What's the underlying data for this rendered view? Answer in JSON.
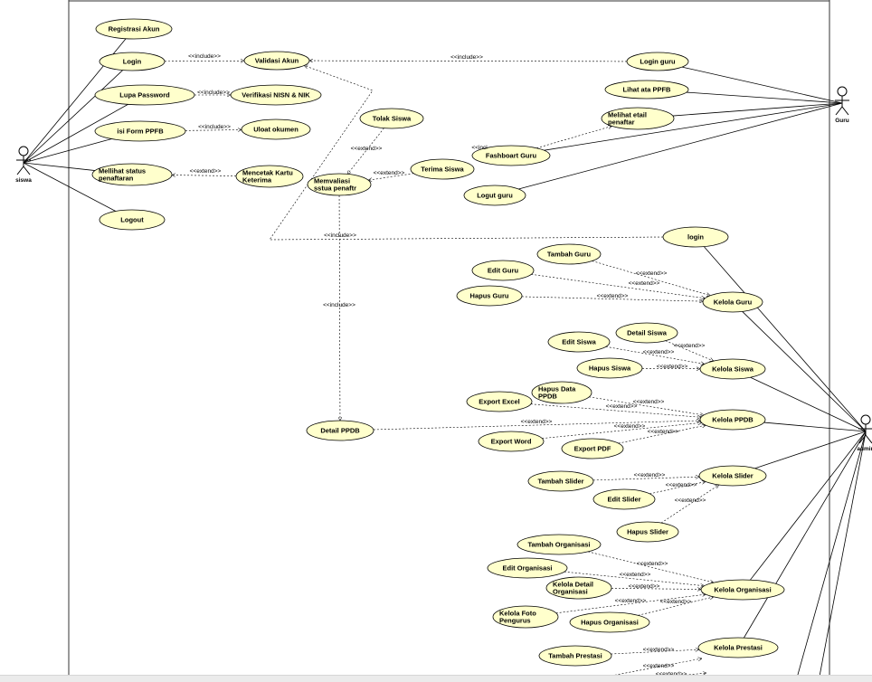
{
  "colors": {
    "usecase_fill": "#ffffcc",
    "stroke": "#000000",
    "background": "#ffffff",
    "scroll_bar": "#ebebeb"
  },
  "actors": [
    {
      "id": "siswa",
      "label": "siswa"
    },
    {
      "id": "guru",
      "label": "Guru"
    },
    {
      "id": "admin",
      "label": "admin"
    }
  ],
  "usecases": [
    {
      "id": "registrasi",
      "lines": [
        "Registrasi Akun"
      ]
    },
    {
      "id": "login_siswa",
      "lines": [
        "Login"
      ]
    },
    {
      "id": "lupa_password",
      "lines": [
        "Lupa Password"
      ]
    },
    {
      "id": "isi_form",
      "lines": [
        "isi Form PPFB"
      ]
    },
    {
      "id": "melihat_status",
      "lines": [
        "Mellihat status",
        "penaftaran"
      ]
    },
    {
      "id": "logout_siswa",
      "lines": [
        "Logout"
      ]
    },
    {
      "id": "validasi_akun",
      "lines": [
        "Validasi Akun"
      ]
    },
    {
      "id": "verifikasi",
      "lines": [
        "Verifikasi NISN & NIK"
      ]
    },
    {
      "id": "upload_dokumen",
      "lines": [
        "Uloat okumen"
      ]
    },
    {
      "id": "mencetak_kartu",
      "lines": [
        "Mencetak Kartu",
        "Keterima"
      ]
    },
    {
      "id": "tolak_siswa",
      "lines": [
        "Tolak  Siswa"
      ]
    },
    {
      "id": "memvalidasi",
      "lines": [
        "Memvaliasi",
        "sstua penaftr"
      ]
    },
    {
      "id": "terima_siswa",
      "lines": [
        "Terima Siswa"
      ]
    },
    {
      "id": "login_guru",
      "lines": [
        "Login guru"
      ]
    },
    {
      "id": "lihat_ppfb",
      "lines": [
        "Lihat ata PPFB"
      ]
    },
    {
      "id": "melihat_detail",
      "lines": [
        "Melihat etail",
        "penaftar"
      ]
    },
    {
      "id": "dashboard_guru",
      "lines": [
        "Fashboart Guru"
      ]
    },
    {
      "id": "logout_guru",
      "lines": [
        "Logut guru"
      ]
    },
    {
      "id": "login_admin",
      "lines": [
        "login"
      ]
    },
    {
      "id": "tambah_guru",
      "lines": [
        "Tambah Guru"
      ]
    },
    {
      "id": "edit_guru",
      "lines": [
        "Edit Guru"
      ]
    },
    {
      "id": "hapus_guru",
      "lines": [
        "Hapus Guru"
      ]
    },
    {
      "id": "kelola_guru",
      "lines": [
        "Kelola Guru"
      ]
    },
    {
      "id": "detail_siswa",
      "lines": [
        "Detail Siswa"
      ]
    },
    {
      "id": "edit_siswa",
      "lines": [
        "Edit Siswa"
      ]
    },
    {
      "id": "hapus_siswa",
      "lines": [
        "Hapus Siswa"
      ]
    },
    {
      "id": "kelola_siswa",
      "lines": [
        "Kelola Siswa"
      ]
    },
    {
      "id": "export_excel",
      "lines": [
        "Export Excel"
      ]
    },
    {
      "id": "hapus_data_ppdb",
      "lines": [
        "Hapus Data",
        "PPDB"
      ]
    },
    {
      "id": "kelola_ppdb",
      "lines": [
        "Kelola PPDB"
      ]
    },
    {
      "id": "export_word",
      "lines": [
        "Export Word"
      ]
    },
    {
      "id": "export_pdf",
      "lines": [
        "Export PDF"
      ]
    },
    {
      "id": "detail_ppdb",
      "lines": [
        "Detail PPDB"
      ]
    },
    {
      "id": "tambah_slider",
      "lines": [
        "Tambah Slider"
      ]
    },
    {
      "id": "edit_slider",
      "lines": [
        "Edit Slider"
      ]
    },
    {
      "id": "hapus_slider",
      "lines": [
        "Hapus Slider"
      ]
    },
    {
      "id": "kelola_slider",
      "lines": [
        "Kelola Slider"
      ]
    },
    {
      "id": "tambah_organisasi",
      "lines": [
        "Tambah Organisasi"
      ]
    },
    {
      "id": "edit_organisasi",
      "lines": [
        "Edit Organisasi"
      ]
    },
    {
      "id": "kelola_detail_org",
      "lines": [
        "Kelola Detail",
        "Organisasi"
      ]
    },
    {
      "id": "kelola_foto",
      "lines": [
        "Kelola Foto",
        "Pengurus"
      ]
    },
    {
      "id": "hapus_organisasi",
      "lines": [
        "Hapus Organisasi"
      ]
    },
    {
      "id": "kelola_organisasi",
      "lines": [
        "Kelola Organisasi"
      ]
    },
    {
      "id": "tambah_prestasi",
      "lines": [
        "Tambah Prestasi"
      ]
    },
    {
      "id": "kelola_prestasi",
      "lines": [
        "Kelola Prestasi"
      ]
    }
  ],
  "relation_labels": [
    {
      "id": "r1",
      "text": "<<include>>"
    },
    {
      "id": "r2",
      "text": "<<include>>"
    },
    {
      "id": "r3",
      "text": "<<include>>"
    },
    {
      "id": "r4",
      "text": "<<include>>"
    },
    {
      "id": "r5",
      "text": "<<extend>>"
    },
    {
      "id": "r6",
      "text": "<<extend>>"
    },
    {
      "id": "r7",
      "text": "<<extend>>"
    },
    {
      "id": "r8",
      "text": "<<incl"
    },
    {
      "id": "r9",
      "text": "<<include>>"
    },
    {
      "id": "r10",
      "text": "<<include>>"
    },
    {
      "id": "r11",
      "text": "<<extend>>"
    },
    {
      "id": "r12",
      "text": "<<extend>>"
    },
    {
      "id": "r13",
      "text": "<<extend>>"
    },
    {
      "id": "r14",
      "text": "<<extend>>"
    },
    {
      "id": "r15",
      "text": "<<extend>>"
    },
    {
      "id": "r16",
      "text": "<<extend>>"
    },
    {
      "id": "r17",
      "text": "<<extend>>"
    },
    {
      "id": "r18",
      "text": "<<extend>>"
    },
    {
      "id": "r19",
      "text": "<<extend>>"
    },
    {
      "id": "r20",
      "text": "<<extend>>"
    },
    {
      "id": "r21",
      "text": "<<extend>>"
    },
    {
      "id": "r22",
      "text": "<<extend>>"
    },
    {
      "id": "r23",
      "text": "<<extend>>"
    },
    {
      "id": "r24",
      "text": "<<extend>>"
    },
    {
      "id": "r25",
      "text": "<<extend>>"
    },
    {
      "id": "r26",
      "text": "<<extend>>"
    },
    {
      "id": "r27",
      "text": "<<extend>>"
    },
    {
      "id": "r28",
      "text": "<<extend>>"
    },
    {
      "id": "r29",
      "text": "<<extend>>"
    },
    {
      "id": "r30",
      "text": "<<extend>>"
    },
    {
      "id": "r31",
      "text": "<<extend>>"
    },
    {
      "id": "r32",
      "text": "<<extend>>"
    },
    {
      "id": "r33",
      "text": "<<extend>>"
    },
    {
      "id": "r34",
      "text": "<<extend>>"
    }
  ]
}
